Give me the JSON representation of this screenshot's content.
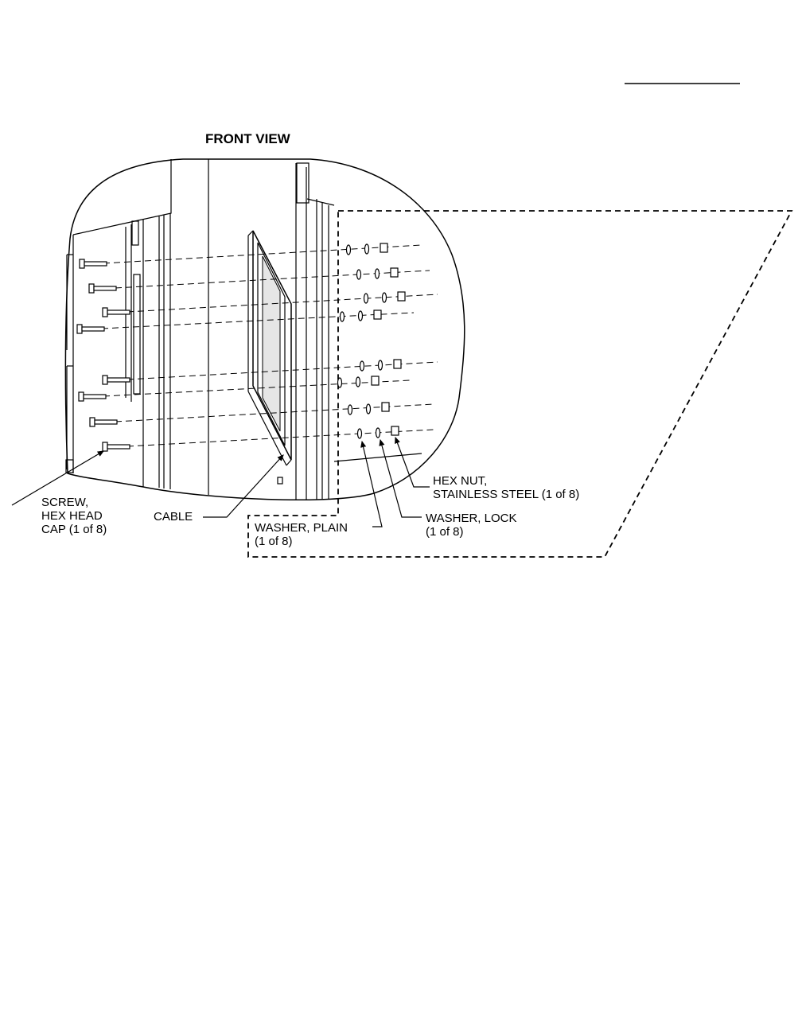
{
  "view_title": "FRONT VIEW",
  "labels": {
    "screw": [
      "SCREW,",
      "HEX HEAD",
      "CAP (1 of 8)"
    ],
    "cable": "CABLE",
    "washer_plain": [
      "WASHER, PLAIN",
      "(1 of 8)"
    ],
    "washer_lock": [
      "WASHER, LOCK",
      "(1 of 8)"
    ],
    "hex_nut": [
      "HEX NUT,",
      "STAINLESS STEEL (1 of 8)"
    ]
  },
  "fastener_count": 8,
  "colors": {
    "line": "#000000",
    "panel_fill": "#e6e6e6",
    "background": "#ffffff"
  }
}
